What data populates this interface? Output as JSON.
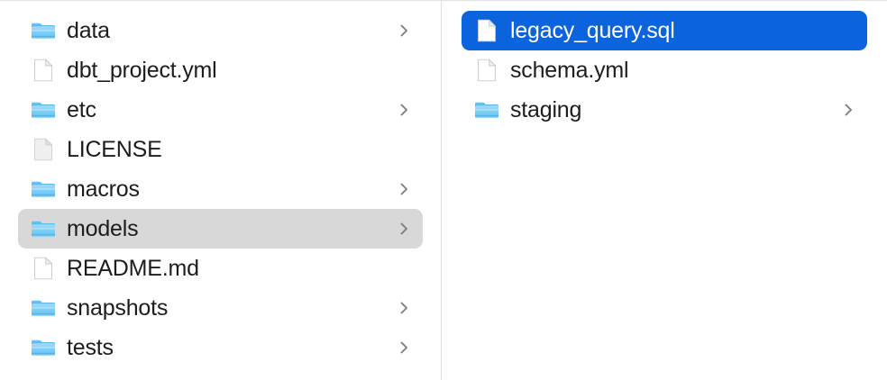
{
  "window": {
    "title": "Finder — Column View",
    "view_mode": "column",
    "background_color": "#ffffff",
    "divider_color": "#e0e0e0"
  },
  "colors": {
    "selection_active": "#0b63dd",
    "selection_active_text": "#ffffff",
    "selection_inactive": "#d8d8d8",
    "label_text": "#1d1d1f",
    "chevron": "#7d7d7d",
    "folder_light": "#8fd2f5",
    "folder_body": "#54bdf0",
    "folder_tab": "#3aa6e0",
    "file_white": "#ffffff",
    "file_border": "#c9c9c9"
  },
  "columns": [
    {
      "name": "column-1",
      "items": [
        {
          "label": "data",
          "kind": "folder",
          "chevron": true,
          "selected": "none"
        },
        {
          "label": "dbt_project.yml",
          "kind": "file",
          "chevron": false,
          "selected": "none"
        },
        {
          "label": "etc",
          "kind": "folder",
          "chevron": true,
          "selected": "none"
        },
        {
          "label": "LICENSE",
          "kind": "file-generic",
          "chevron": false,
          "selected": "none"
        },
        {
          "label": "macros",
          "kind": "folder",
          "chevron": true,
          "selected": "none"
        },
        {
          "label": "models",
          "kind": "folder",
          "chevron": true,
          "selected": "inactive"
        },
        {
          "label": "README.md",
          "kind": "file",
          "chevron": false,
          "selected": "none"
        },
        {
          "label": "snapshots",
          "kind": "folder",
          "chevron": true,
          "selected": "none"
        },
        {
          "label": "tests",
          "kind": "folder",
          "chevron": true,
          "selected": "none"
        }
      ]
    },
    {
      "name": "column-2",
      "items": [
        {
          "label": "legacy_query.sql",
          "kind": "file",
          "chevron": false,
          "selected": "active"
        },
        {
          "label": "schema.yml",
          "kind": "file",
          "chevron": false,
          "selected": "none"
        },
        {
          "label": "staging",
          "kind": "folder",
          "chevron": true,
          "selected": "none"
        }
      ]
    }
  ]
}
